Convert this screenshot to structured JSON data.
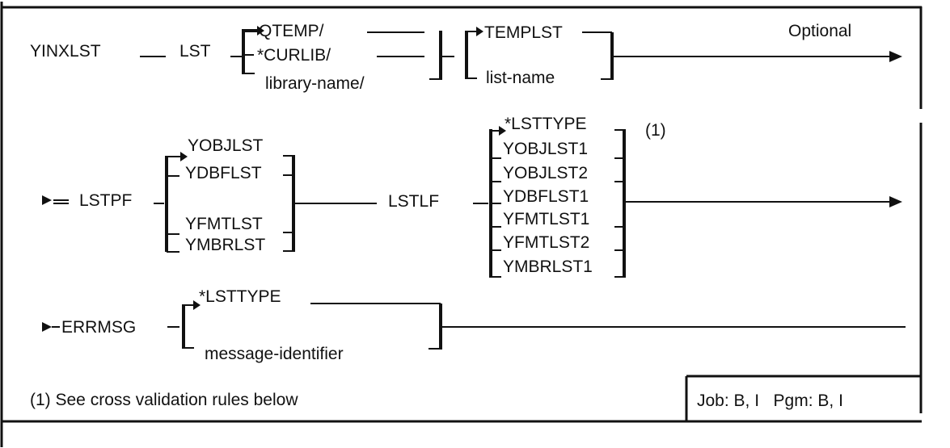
{
  "command": "YINXLST",
  "optional_label": "Optional",
  "footnote_marker": "(1)",
  "footnote_text": "(1) See cross validation rules below",
  "job_pgm": "Job: B, I   Pgm: B, I",
  "lst": {
    "keyword": "LST",
    "library_choices": [
      "QTEMP/",
      "*CURLIB/",
      "library-name/"
    ],
    "list_choices": [
      "TEMPLST",
      "list-name"
    ]
  },
  "lstpf": {
    "keyword": "LSTPF",
    "choices": [
      "YOBJLST",
      "YDBFLST",
      "YFMTLST",
      "YMBRLST"
    ]
  },
  "lstlf": {
    "keyword": "LSTLF",
    "choices": [
      "*LSTTYPE",
      "YOBJLST1",
      "YOBJLST2",
      "YDBFLST1",
      "YFMTLST1",
      "YFMTLST2",
      "YMBRLST1"
    ]
  },
  "errmsg": {
    "keyword": "ERRMSG",
    "choices": [
      "*LSTTYPE",
      "message-identifier"
    ]
  }
}
